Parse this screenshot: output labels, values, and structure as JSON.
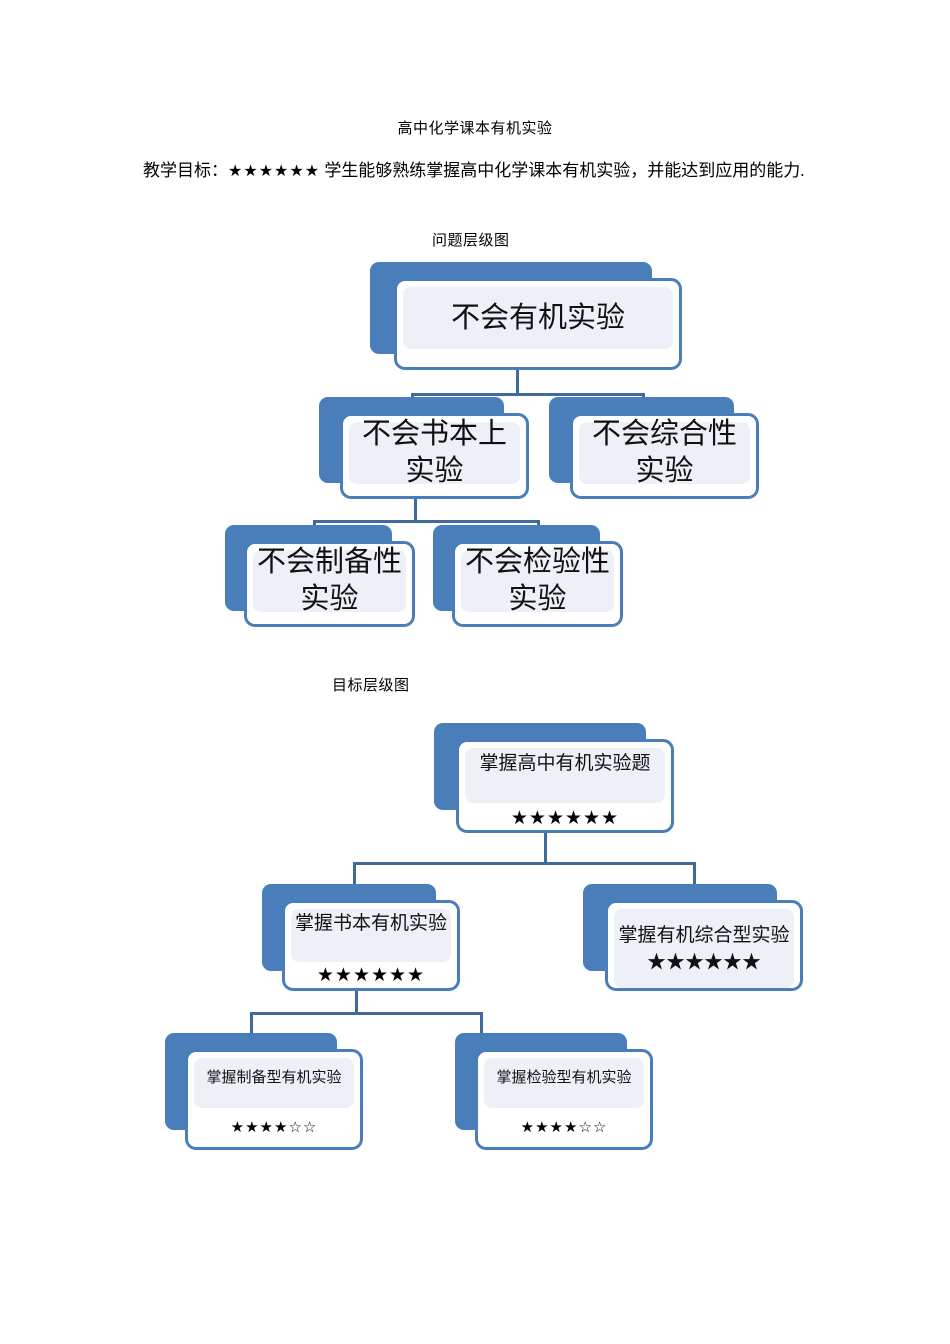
{
  "document": {
    "title": "高中化学课本有机实验",
    "goal_label": "教学目标：",
    "goal_stars": "★★★★★★",
    "goal_text": " 学生能够熟练掌握高中化学课本有机实验，并能达到应用的能力."
  },
  "colors": {
    "node_shadow": "#4a7ebb",
    "node_border": "#4a7ebb",
    "node_inner_fill": "#edf1f7",
    "connector": "#41699b",
    "page_background": "#ffffff",
    "text": "#111111"
  },
  "diagrams": [
    {
      "caption": "问题层级图",
      "nodes": {
        "root": {
          "label": "不会有机实验",
          "rating": ""
        },
        "level2_left": {
          "label": "不会书本上实验",
          "rating": ""
        },
        "level2_right": {
          "label": "不会综合性实验",
          "rating": ""
        },
        "level3_left": {
          "label": "不会制备性实验",
          "rating": ""
        },
        "level3_right": {
          "label": "不会检验性实验",
          "rating": ""
        }
      }
    },
    {
      "caption": "目标层级图",
      "nodes": {
        "root": {
          "label": "掌握高中有机实验题",
          "rating": "★★★★★★"
        },
        "level2_left": {
          "label": "掌握书本有机实验",
          "rating": "★★★★★★"
        },
        "level2_right": {
          "label": "掌握有机综合型实验★★★★★★",
          "rating": ""
        },
        "level3_left": {
          "label": "掌握制备型有机实验",
          "rating": "★★★★☆☆"
        },
        "level3_right": {
          "label": "掌握检验型有机实验",
          "rating": "★★★★☆☆"
        }
      }
    }
  ]
}
